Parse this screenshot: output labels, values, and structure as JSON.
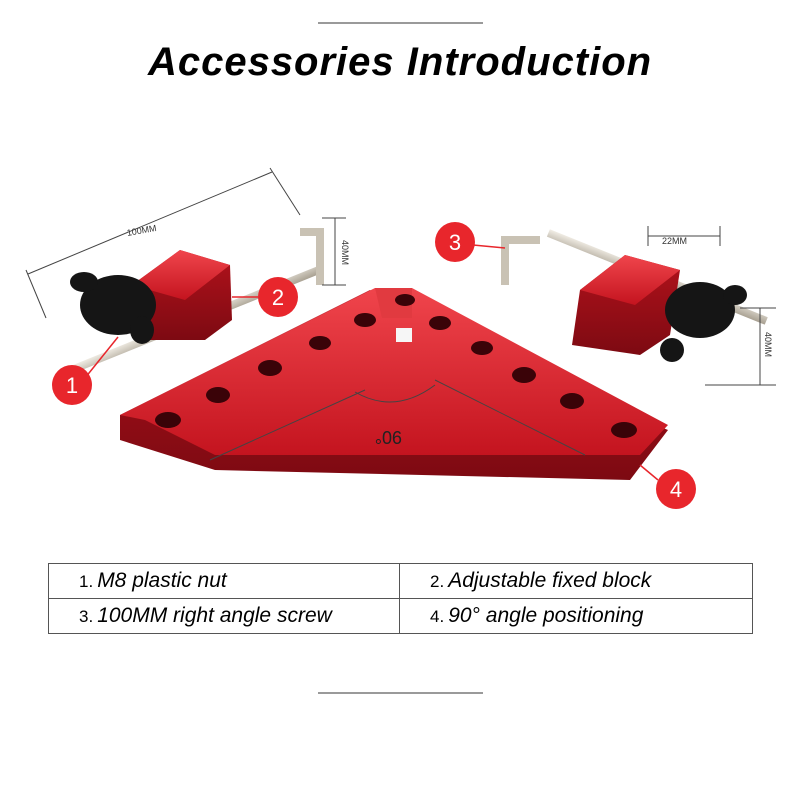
{
  "title": "Accessories Introduction",
  "dimensions": {
    "width_100": "100MM",
    "height_40_left": "40MM",
    "width_22": "22MM",
    "height_40_right": "40MM",
    "angle": "90°"
  },
  "callouts": [
    "1",
    "2",
    "3",
    "4"
  ],
  "legend": [
    {
      "num": "1.",
      "text": "M8 plastic nut"
    },
    {
      "num": "2.",
      "text": "Adjustable fixed block"
    },
    {
      "num": "3.",
      "text": "100MM right angle screw"
    },
    {
      "num": "4.",
      "text": "90° angle positioning"
    }
  ],
  "colors": {
    "aluminum_red": "#d11f2a",
    "callout_red": "#e8262c",
    "knob_black": "#151515",
    "screw_silver": "#c9c2b4"
  }
}
